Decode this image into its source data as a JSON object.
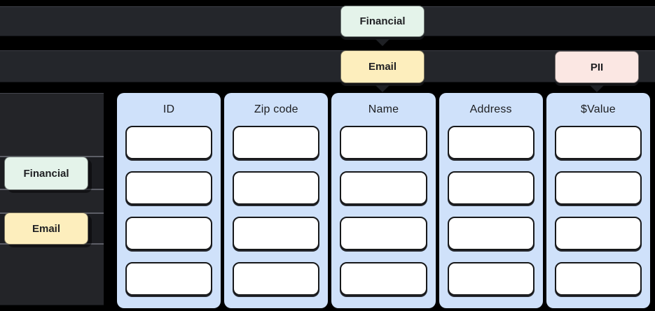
{
  "lanes": [
    {
      "name": "top-lane-1",
      "badges": [
        {
          "label": "Financial",
          "color": "#e4f3ea"
        }
      ]
    },
    {
      "name": "top-lane-2",
      "badges": [
        {
          "label": "Email",
          "color": "#fdeebd"
        },
        {
          "label": "PII",
          "color": "#fbe7e3"
        }
      ]
    }
  ],
  "sidebar": {
    "tags": [
      {
        "label": "Financial",
        "color": "#e4f3ea"
      },
      {
        "label": "Email",
        "color": "#fdeebd"
      }
    ]
  },
  "table": {
    "columns": [
      {
        "header": "ID",
        "cell_count": 4
      },
      {
        "header": "Zip code",
        "cell_count": 4
      },
      {
        "header": "Name",
        "cell_count": 4
      },
      {
        "header": "Address",
        "cell_count": 4
      },
      {
        "header": "$Value",
        "cell_count": 4
      }
    ]
  },
  "colors": {
    "background": "#000000",
    "lane": "#24262b",
    "sidebar": "#232428",
    "column_fill": "#cfe1fa",
    "cell_fill": "#ffffff",
    "cell_border": "#17181a",
    "tag_financial": "#e4f3ea",
    "tag_email": "#fdeebd",
    "tag_pii": "#fbe7e3",
    "text": "#202124"
  }
}
